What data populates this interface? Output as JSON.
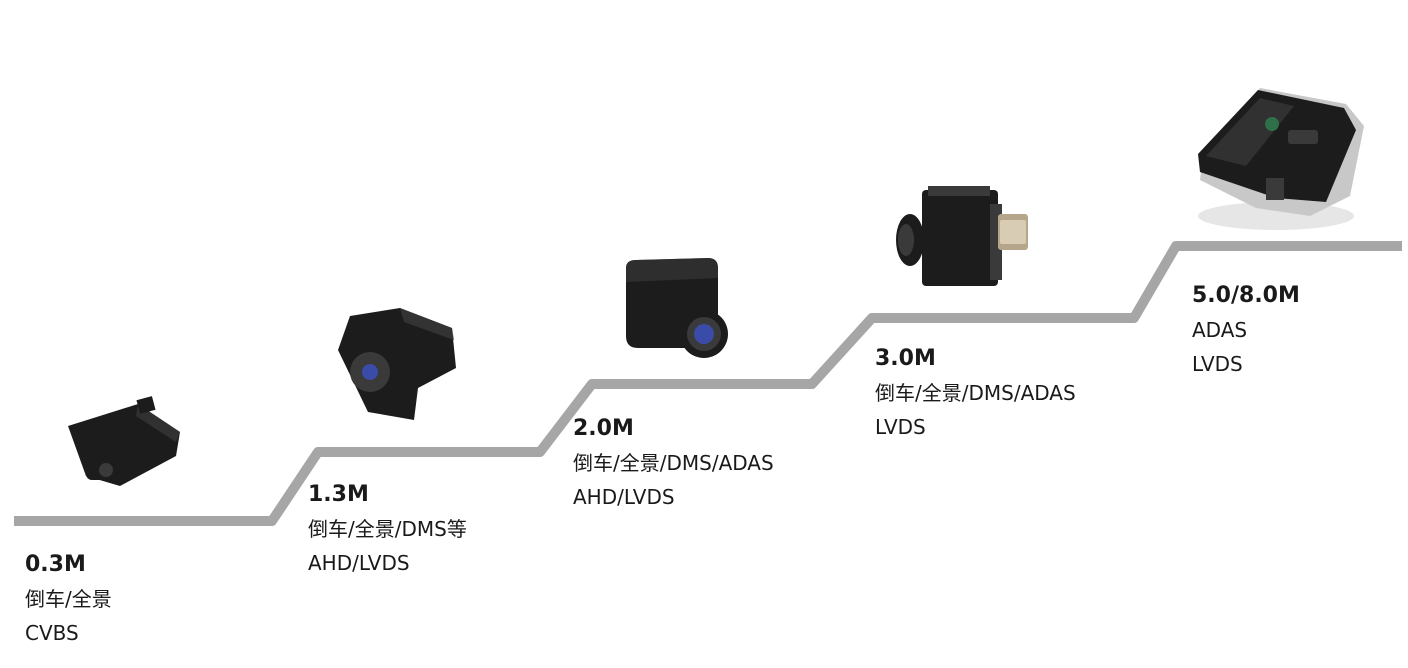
{
  "colors": {
    "staircase": "#a6a6a6",
    "camera_dark": "#1c1c1c",
    "camera_mid": "#3a3a3a",
    "lens_blue": "#3a4ca8",
    "text": "#1a1a1a"
  },
  "steps": [
    {
      "resolution": "0.3M",
      "use": "倒车/全景",
      "interface": "CVBS",
      "icon": "camera-plate-icon"
    },
    {
      "resolution": "1.3M",
      "use": "倒车/全景/DMS等",
      "interface": "AHD/LVDS",
      "icon": "camera-bracket-icon"
    },
    {
      "resolution": "2.0M",
      "use": "倒车/全景/DMS/ADAS",
      "interface": "AHD/LVDS",
      "icon": "camera-cube-icon"
    },
    {
      "resolution": "3.0M",
      "use": "倒车/全景/DMS/ADAS",
      "interface": "LVDS",
      "icon": "camera-connector-icon"
    },
    {
      "resolution": "5.0/8.0M",
      "use": "ADAS",
      "interface": "LVDS",
      "icon": "camera-adas-module-icon"
    }
  ]
}
